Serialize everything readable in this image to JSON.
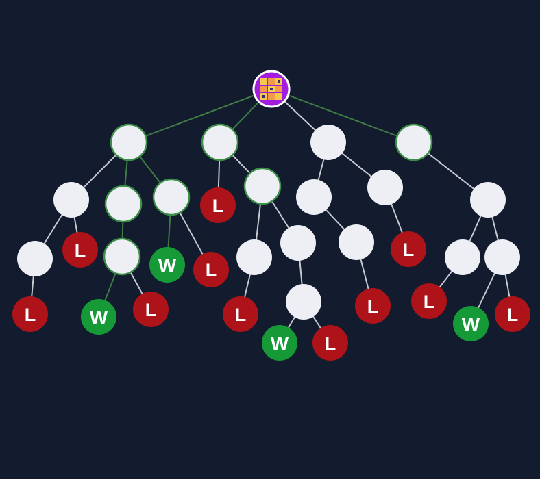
{
  "colors": {
    "background": "#131b2e",
    "empty_node": "#eeeff5",
    "path_stroke": "#3c8f47",
    "path_edge": "#3f7c43",
    "edge": "#c7cad3",
    "win": "#159a37",
    "loss": "#ad1318",
    "root": "#a21ce0",
    "root_ring": "#ffffff"
  },
  "tree": {
    "root_icon": "tic-tac-toe-board-icon",
    "labels": {
      "win": "W",
      "loss": "L"
    },
    "nodes": [
      {
        "id": "root",
        "type": "root"
      },
      {
        "id": "a",
        "type": "empty",
        "on_path": true
      },
      {
        "id": "b",
        "type": "empty",
        "on_path": true
      },
      {
        "id": "c",
        "type": "empty",
        "on_path": false
      },
      {
        "id": "d",
        "type": "empty",
        "on_path": true
      },
      {
        "id": "a1",
        "type": "empty",
        "on_path": false
      },
      {
        "id": "a2",
        "type": "empty",
        "on_path": true
      },
      {
        "id": "a3",
        "type": "empty",
        "on_path": true
      },
      {
        "id": "b1",
        "type": "loss"
      },
      {
        "id": "b2",
        "type": "empty",
        "on_path": true
      },
      {
        "id": "c1",
        "type": "empty",
        "on_path": false
      },
      {
        "id": "c2",
        "type": "empty",
        "on_path": false
      },
      {
        "id": "d1",
        "type": "empty",
        "on_path": false
      },
      {
        "id": "a1a",
        "type": "empty",
        "on_path": false
      },
      {
        "id": "a1b",
        "type": "loss"
      },
      {
        "id": "a2a",
        "type": "empty",
        "on_path": true
      },
      {
        "id": "a3a",
        "type": "win"
      },
      {
        "id": "a3b",
        "type": "loss"
      },
      {
        "id": "b2a",
        "type": "empty",
        "on_path": false
      },
      {
        "id": "b2b",
        "type": "empty",
        "on_path": false
      },
      {
        "id": "c1a",
        "type": "empty",
        "on_path": false
      },
      {
        "id": "c2a",
        "type": "loss"
      },
      {
        "id": "d1a",
        "type": "empty",
        "on_path": false
      },
      {
        "id": "d1b",
        "type": "empty",
        "on_path": false
      },
      {
        "id": "a1a1",
        "type": "loss"
      },
      {
        "id": "a2a1",
        "type": "win"
      },
      {
        "id": "a2a2",
        "type": "loss"
      },
      {
        "id": "b2a1",
        "type": "loss"
      },
      {
        "id": "b2b1",
        "type": "empty",
        "on_path": false
      },
      {
        "id": "c1a1",
        "type": "loss"
      },
      {
        "id": "d1a1",
        "type": "loss"
      },
      {
        "id": "d1b1",
        "type": "win"
      },
      {
        "id": "d1b2",
        "type": "loss"
      },
      {
        "id": "b2b1a",
        "type": "win"
      },
      {
        "id": "b2b1b",
        "type": "loss"
      }
    ],
    "edges": [
      {
        "from": "root",
        "to": "a",
        "on_path": true
      },
      {
        "from": "root",
        "to": "b",
        "on_path": true
      },
      {
        "from": "root",
        "to": "c",
        "on_path": false
      },
      {
        "from": "root",
        "to": "d",
        "on_path": true
      },
      {
        "from": "a",
        "to": "a1",
        "on_path": false
      },
      {
        "from": "a",
        "to": "a2",
        "on_path": true
      },
      {
        "from": "a",
        "to": "a3",
        "on_path": true
      },
      {
        "from": "b",
        "to": "b1",
        "on_path": false
      },
      {
        "from": "b",
        "to": "b2",
        "on_path": false
      },
      {
        "from": "c",
        "to": "c1",
        "on_path": false
      },
      {
        "from": "c",
        "to": "c2",
        "on_path": false
      },
      {
        "from": "d",
        "to": "d1",
        "on_path": false
      },
      {
        "from": "a1",
        "to": "a1a",
        "on_path": false
      },
      {
        "from": "a1",
        "to": "a1b",
        "on_path": false
      },
      {
        "from": "a2",
        "to": "a2a",
        "on_path": true
      },
      {
        "from": "a3",
        "to": "a3a",
        "on_path": true
      },
      {
        "from": "a3",
        "to": "a3b",
        "on_path": false
      },
      {
        "from": "b2",
        "to": "b2a",
        "on_path": false
      },
      {
        "from": "b2",
        "to": "b2b",
        "on_path": false
      },
      {
        "from": "c1",
        "to": "c1a",
        "on_path": false
      },
      {
        "from": "c2",
        "to": "c2a",
        "on_path": false
      },
      {
        "from": "d1",
        "to": "d1a",
        "on_path": false
      },
      {
        "from": "d1",
        "to": "d1b",
        "on_path": false
      },
      {
        "from": "a1a",
        "to": "a1a1",
        "on_path": false
      },
      {
        "from": "a2a",
        "to": "a2a1",
        "on_path": true
      },
      {
        "from": "a2a",
        "to": "a2a2",
        "on_path": false
      },
      {
        "from": "b2a",
        "to": "b2a1",
        "on_path": false
      },
      {
        "from": "b2b",
        "to": "b2b1",
        "on_path": false
      },
      {
        "from": "c1a",
        "to": "c1a1",
        "on_path": false
      },
      {
        "from": "d1a",
        "to": "d1a1",
        "on_path": false
      },
      {
        "from": "d1b",
        "to": "d1b1",
        "on_path": false
      },
      {
        "from": "d1b",
        "to": "d1b2",
        "on_path": false
      },
      {
        "from": "b2b1",
        "to": "b2b1a",
        "on_path": false
      },
      {
        "from": "b2b1",
        "to": "b2b1b",
        "on_path": false
      }
    ]
  }
}
